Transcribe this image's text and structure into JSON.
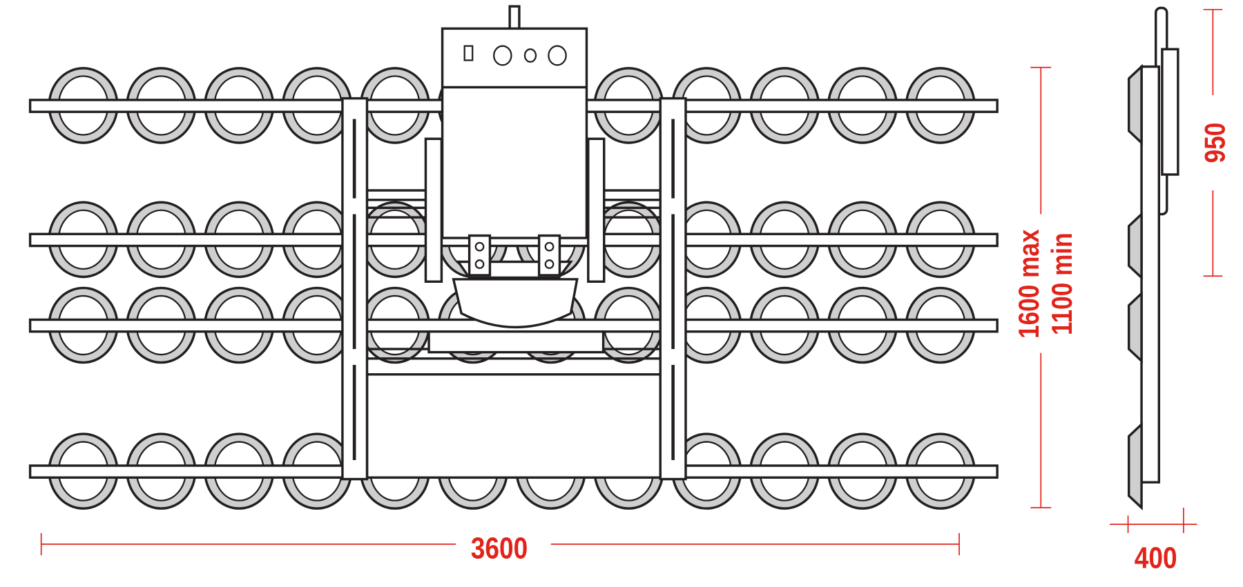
{
  "dimensions": {
    "width": "3600",
    "height_max": "1600 max",
    "height_min": "1100 min",
    "side_height": "950",
    "side_depth": "400"
  },
  "colors": {
    "dimension": "#e2231a",
    "cup_fill": "#cfcfcf",
    "line": "#231f20"
  },
  "cups_per_row": 12,
  "cup_rows": 4
}
